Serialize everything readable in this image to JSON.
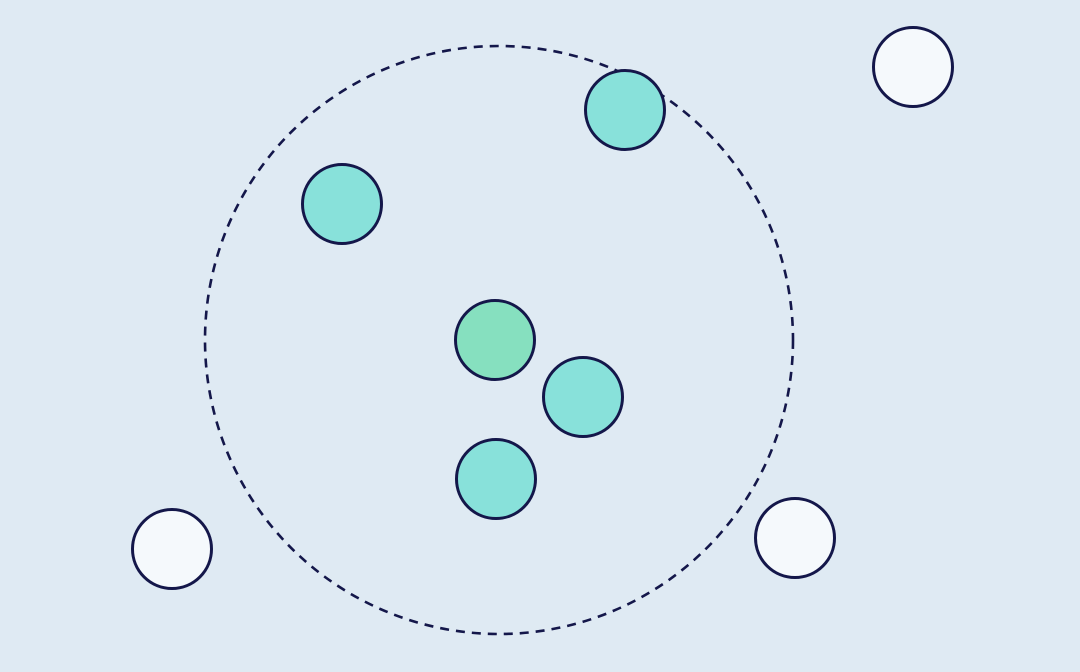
{
  "diagram": {
    "colors": {
      "background": "#dfeaf3",
      "outline": "#14174a",
      "center_fill": "#86e0bf",
      "inside_fill": "#88e1da",
      "outside_fill": "#f5f9fc"
    },
    "radius_circle": {
      "style": "dashed"
    },
    "nodes": [
      {
        "id": "center-node",
        "role": "center"
      },
      {
        "id": "neighbor-node-1",
        "role": "inside"
      },
      {
        "id": "neighbor-node-2",
        "role": "inside"
      },
      {
        "id": "neighbor-node-3",
        "role": "inside"
      },
      {
        "id": "neighbor-node-4",
        "role": "inside"
      },
      {
        "id": "outside-node-1",
        "role": "outside"
      },
      {
        "id": "outside-node-2",
        "role": "outside"
      },
      {
        "id": "outside-node-3",
        "role": "outside"
      }
    ]
  }
}
